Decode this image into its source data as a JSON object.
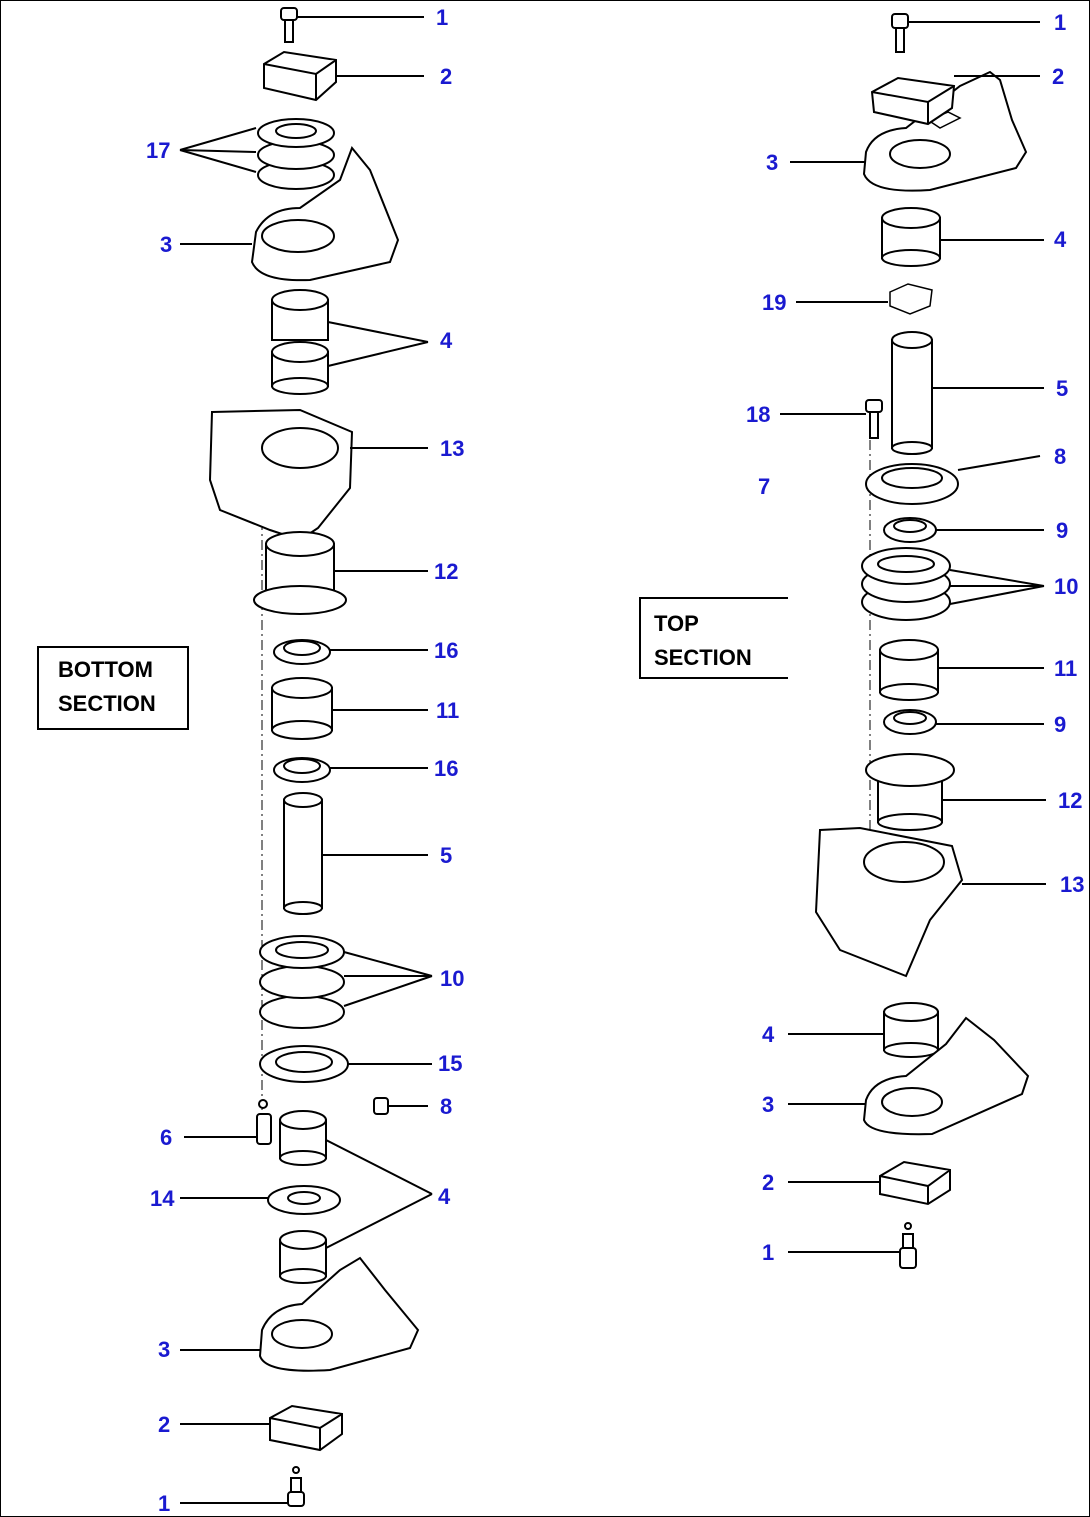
{
  "sections": {
    "bottom": [
      "BOTTOM",
      "SECTION"
    ],
    "top": [
      "TOP",
      "SECTION"
    ]
  },
  "callouts": {
    "left": [
      "1",
      "2",
      "17",
      "3",
      "4",
      "13",
      "12",
      "16",
      "11",
      "16",
      "5",
      "10",
      "15",
      "8",
      "6",
      "14",
      "4",
      "3",
      "2",
      "1"
    ],
    "right": [
      "1",
      "2",
      "3",
      "4",
      "19",
      "5",
      "18",
      "8",
      "7",
      "9",
      "10",
      "11",
      "9",
      "12",
      "13",
      "4",
      "3",
      "2",
      "1"
    ]
  },
  "colors": {
    "callout": "#1a1ad0",
    "line": "#000000"
  }
}
